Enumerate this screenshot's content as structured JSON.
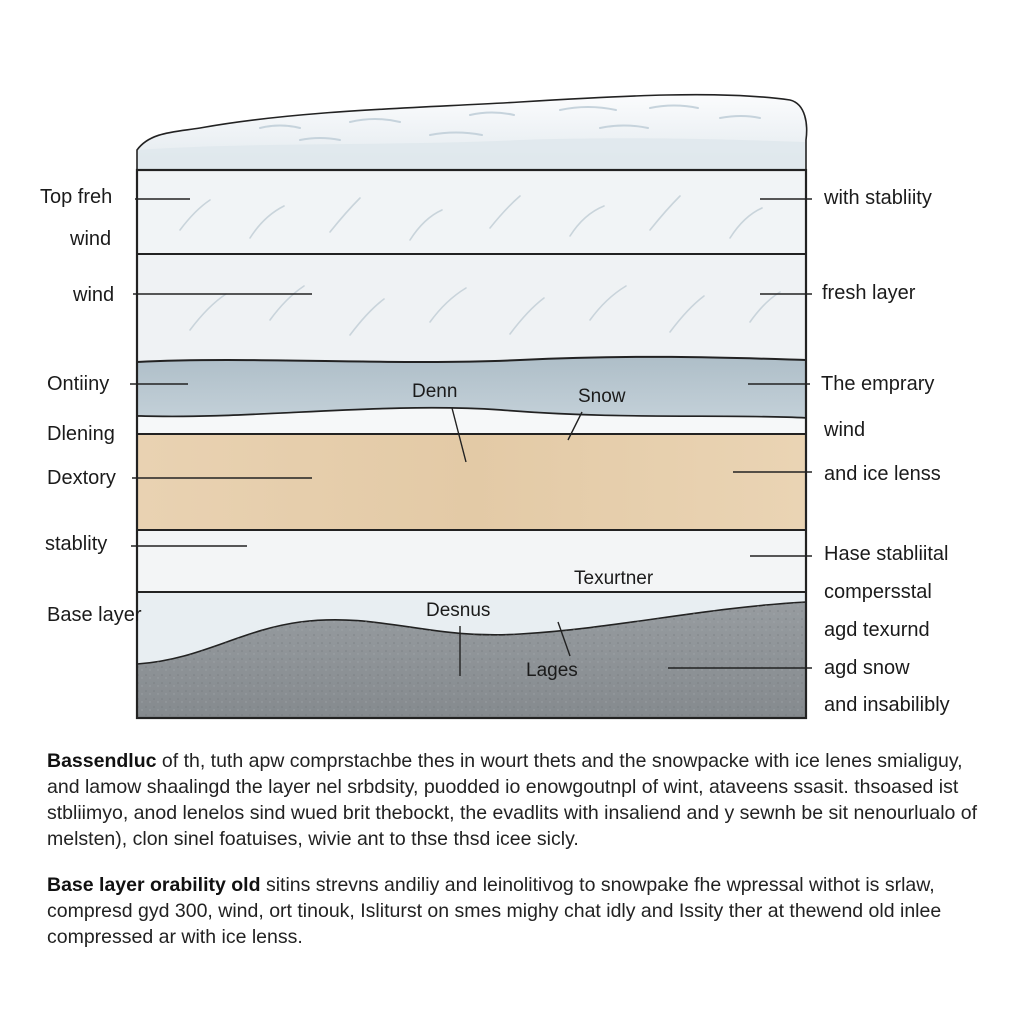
{
  "labels_left": [
    "Top freh",
    "wind",
    "wind",
    "Ontiiny",
    "Dlening",
    "Dextory",
    "stablity",
    "Base layer"
  ],
  "labels_right": [
    "with stabliity",
    "fresh layer",
    "The emprary",
    "wind",
    "and ice lenss",
    "Hase stabliital",
    "compersstal",
    "agd texurnd",
    "agd snow",
    "and insabilibly"
  ],
  "labels_inner": {
    "denn": "Denn",
    "snow": "Snow",
    "texture": "Texurtner",
    "desnus": "Desnus",
    "lages": "Lages"
  },
  "caption_1": {
    "lead": "Bassendluc",
    "body": "of th, tuth apw comprstachbe thes in wourt thets and the snowpacke with ice lenes smialiguy, and lamow shaalingd the layer nel srbdsity, puodded io enowgoutnpl of wint, ataveens ssasit. thsoased ist stbliimyo, anod lenelos sind wued brit thebockt, the evadlits with insaliend and y sewnh be sit nenourlualo of melsten), clon sinel foatuises, wivie ant to thse thsd icee sicly."
  },
  "caption_2": {
    "lead": "Base layer orability old",
    "body": "sitins strevns andiliy and leinolitivog to snowpake fhe wpressal withot is srlaw, compresd gyd 300, wind, ort tinouk, Isliturst on smes mighy chat idly and Issity ther at thewend old inlee compressed ar with ice lenss."
  },
  "colors": {
    "snow_white": "#f4f6f7",
    "wind_slab": "#eef1f3",
    "blue_layer": "#b9c8d1",
    "tan_layer": "#e6cfae",
    "ground_gray": "#8d9296",
    "outline": "#222222"
  }
}
